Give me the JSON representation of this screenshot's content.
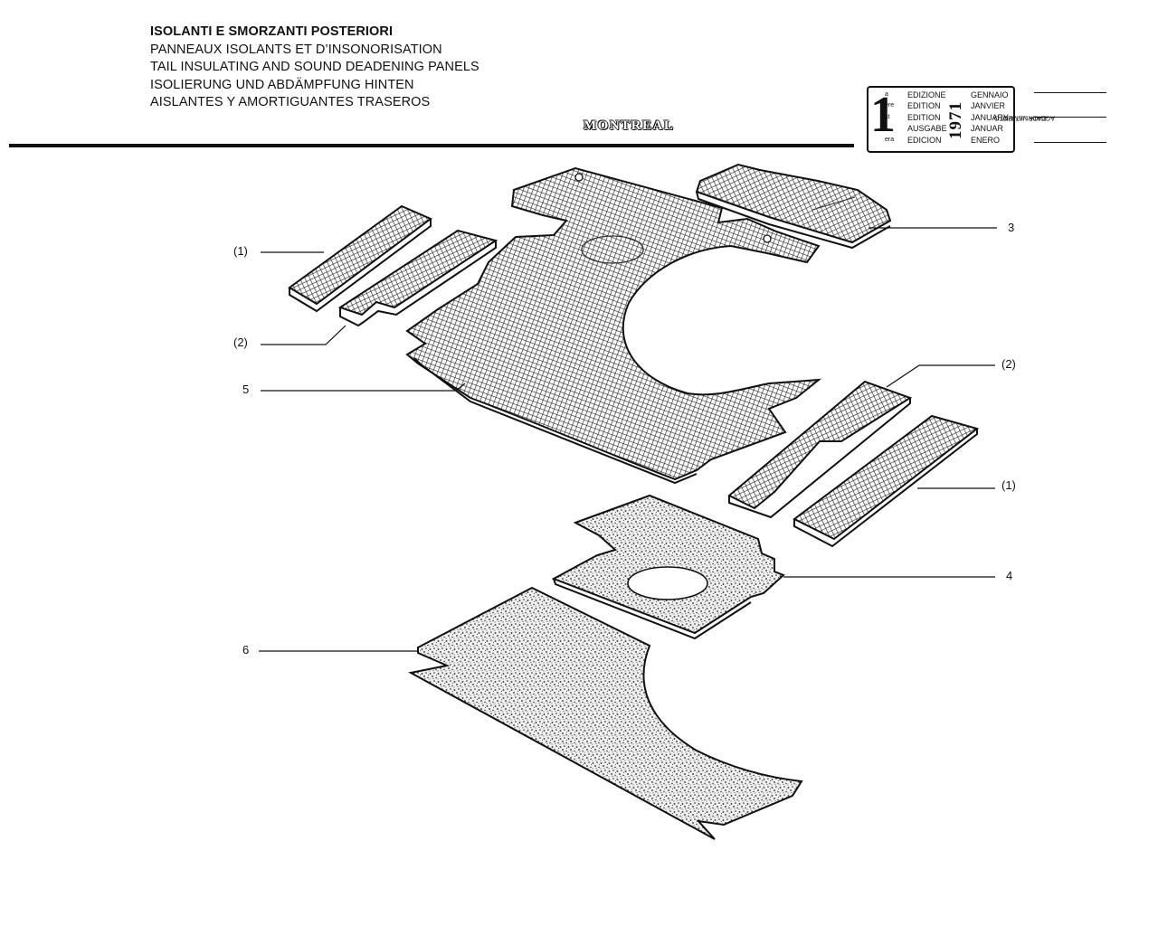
{
  "header": {
    "titles": [
      "ISOLANTI E SMORZANTI POSTERIORI",
      "PANNEAUX ISOLANTS ET D’INSONORISATION",
      "TAIL INSULATING AND SOUND DEADENING PANELS",
      "ISOLIERUNG UND ABDÄMPFUNG HINTEN",
      "AISLANTES Y AMORTIGUANTES TRASEROS"
    ],
    "brand": "MONTREAL"
  },
  "edition_box": {
    "number": "1",
    "ordinals": [
      "a",
      "ere",
      "st",
      ".",
      "era"
    ],
    "edition_words": [
      "EDIZIONE",
      "EDITION",
      "EDITION",
      "AUSGABE",
      "EDICION"
    ],
    "year": "1971",
    "months": [
      "GENNAIO",
      "JANVIER",
      "JANUARY",
      "JANUAR",
      "ENERO"
    ],
    "update_label_1": "DATA ULTIMO",
    "update_label_2": "AGGIORNAMENTO"
  },
  "callouts": {
    "p1_left": "(1)",
    "p2_left": "(2)",
    "p3": "3",
    "p5": "5",
    "p2_right": "(2)",
    "p1_right": "(1)",
    "p4": "4",
    "p6": "6"
  }
}
